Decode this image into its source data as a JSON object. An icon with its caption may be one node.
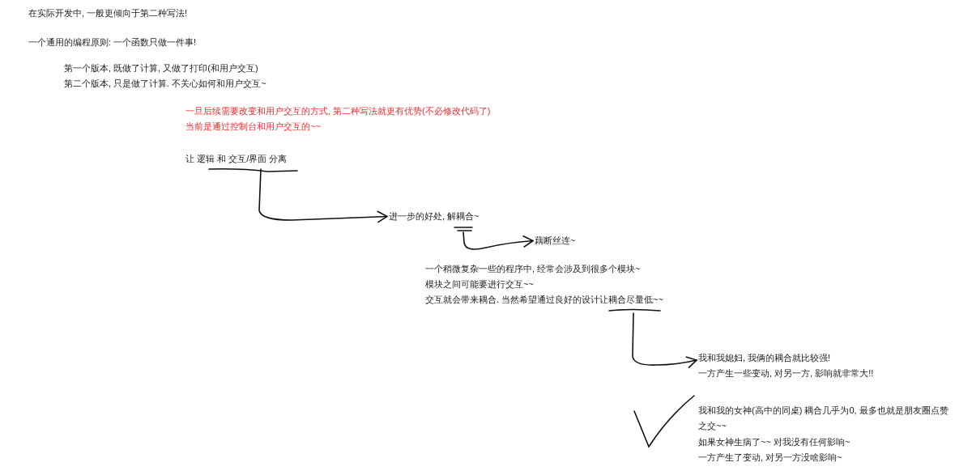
{
  "diagram": {
    "nodes": [
      {
        "text": [
          "让 逻辑 和 交互/界面 分离"
        ]
      },
      {
        "text": [
          "进一步的好处, 解耦合~"
        ]
      },
      {
        "text": [
          "藕断丝连~"
        ]
      },
      {
        "text": [
          "一个稍微复杂一些的程序中, 经常会涉及到很多个模块~",
          "模块之间可能要进行交互~~",
          "交互就会带来耦合. 当然希望通过良好的设计让耦合尽量低~~"
        ]
      },
      {
        "text": [
          "我和我媳妇, 我俩的耦合就比较强!",
          "一方产生一些变动, 对另一方, 影响就非常大!!"
        ]
      }
    ],
    "edges": [
      {
        "from": 0,
        "to": 1,
        "arrow": "to"
      },
      {
        "from": 1,
        "to": 2,
        "arrow": "to"
      },
      {
        "from": 3,
        "to": 4,
        "arrow": "to"
      }
    ],
    "labels": [
      "在实际开发中, 一般更倾向于第二种写法!",
      "一个通用的编程原则: 一个函数只做一件事!",
      "第一个版本, 既做了计算, 又做了打印(和用户交互)",
      "第二个版本, 只是做了计算. 不关心如何和用户交互~",
      "一旦后续需要改变和用户交互的方式, 第二种写法就更有优势(不必修改代码了)",
      "当前是通过控制台和用户交互的~~",
      "我和我的女神(高中的同桌) 耦合几乎为0, 最多也就是朋友圈点赞之交~~",
      "如果女神生病了~~ 对我没有任何影响~",
      "一方产生了变动, 对另一方没啥影响~"
    ]
  }
}
